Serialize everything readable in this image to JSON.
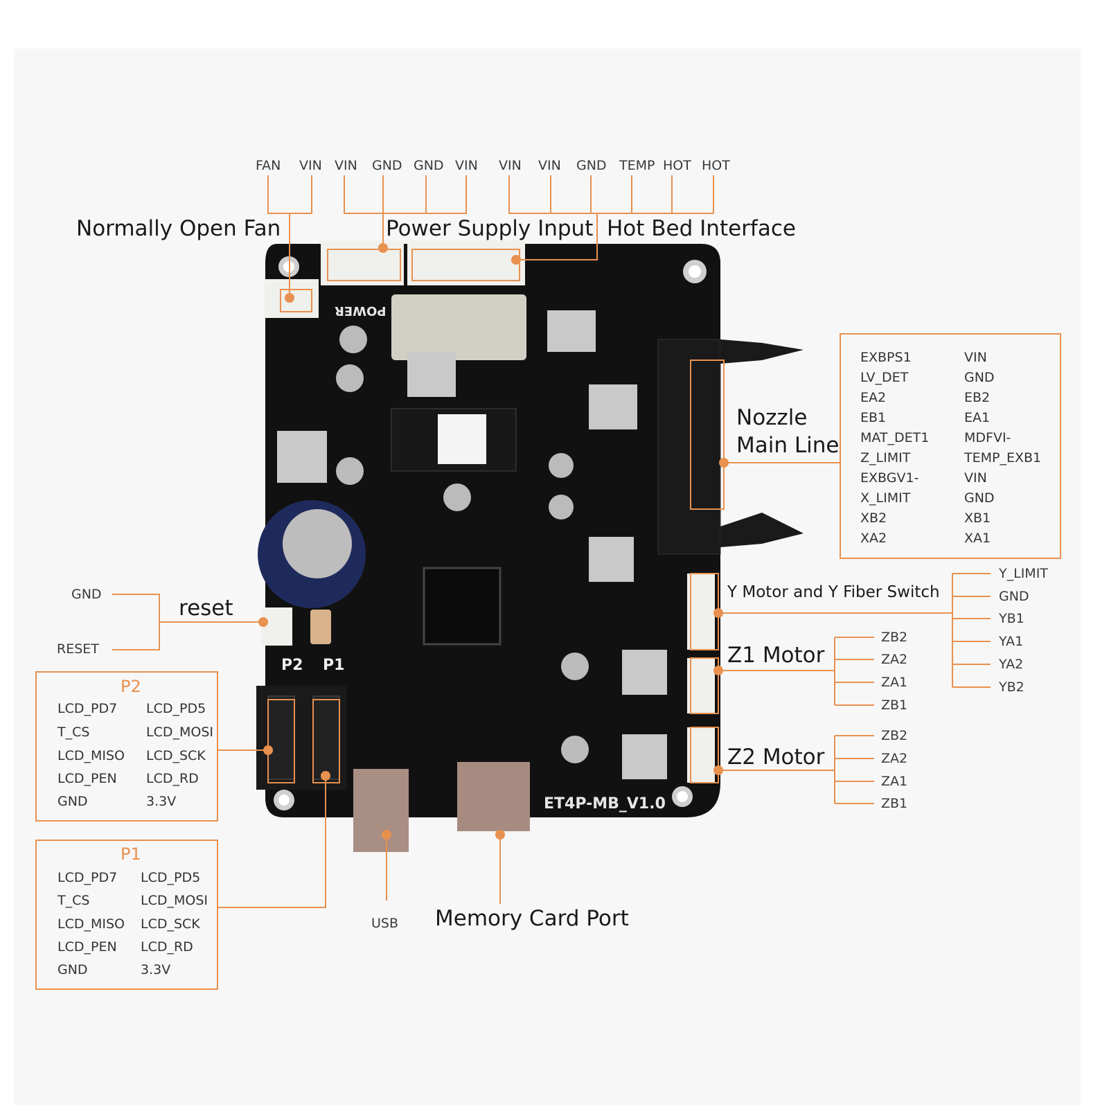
{
  "top_pins": [
    "FAN",
    "VIN",
    "VIN",
    "GND",
    "GND",
    "VIN",
    "VIN",
    "VIN",
    "GND",
    "TEMP",
    "HOT",
    "HOT"
  ],
  "groups": {
    "fan": "Normally Open Fan",
    "power": "Power Supply Input",
    "hotbed": "Hot Bed Interface",
    "nozzle_line1": "Nozzle",
    "nozzle_line2": "Main Line",
    "reset": "reset",
    "ymotor": "Y Motor and Y Fiber Switch",
    "z1": "Z1 Motor",
    "z2": "Z2 Motor",
    "usb": "USB",
    "memcard": "Memory Card Port"
  },
  "reset_pins": [
    "GND",
    "RESET"
  ],
  "nozzle_pins": {
    "left": [
      "EXBPS1",
      "LV_DET",
      "EA2",
      "EB1",
      "MAT_DET1",
      "Z_LIMIT",
      "EXBGV1-",
      "X_LIMIT",
      "XB2",
      "XA2"
    ],
    "right": [
      "VIN",
      "GND",
      "EB2",
      "EA1",
      "MDFVI-",
      "TEMP_EXB1",
      "VIN",
      "GND",
      "XB1",
      "XA1"
    ]
  },
  "ymotor_pins": [
    "Y_LIMIT",
    "GND",
    "YB1",
    "YA1",
    "YA2",
    "YB2"
  ],
  "z1_pins": [
    "ZB2",
    "ZA2",
    "ZA1",
    "ZB1"
  ],
  "z2_pins": [
    "ZB2",
    "ZA2",
    "ZA1",
    "ZB1"
  ],
  "p2": {
    "title": "P2",
    "left": [
      "LCD_PD7",
      "T_CS",
      "LCD_MISO",
      "LCD_PEN",
      "GND"
    ],
    "right": [
      "LCD_PD5",
      "LCD_MOSI",
      "LCD_SCK",
      "LCD_RD",
      "3.3V"
    ]
  },
  "p1": {
    "title": "P1",
    "left": [
      "LCD_PD7",
      "T_CS",
      "LCD_MISO",
      "LCD_PEN",
      "GND"
    ],
    "right": [
      "LCD_PD5",
      "LCD_MOSI",
      "LCD_SCK",
      "LCD_RD",
      "3.3V"
    ]
  },
  "board": {
    "silk_model": "ET4P-MB_V1.0",
    "silk_power": "POWER",
    "silk_p2": "P2",
    "silk_p1": "P1"
  },
  "colors": {
    "accent": "#e8914f",
    "board": "#111111",
    "connector": "#f2f2ee",
    "heatsink": "#c9c9c9"
  }
}
